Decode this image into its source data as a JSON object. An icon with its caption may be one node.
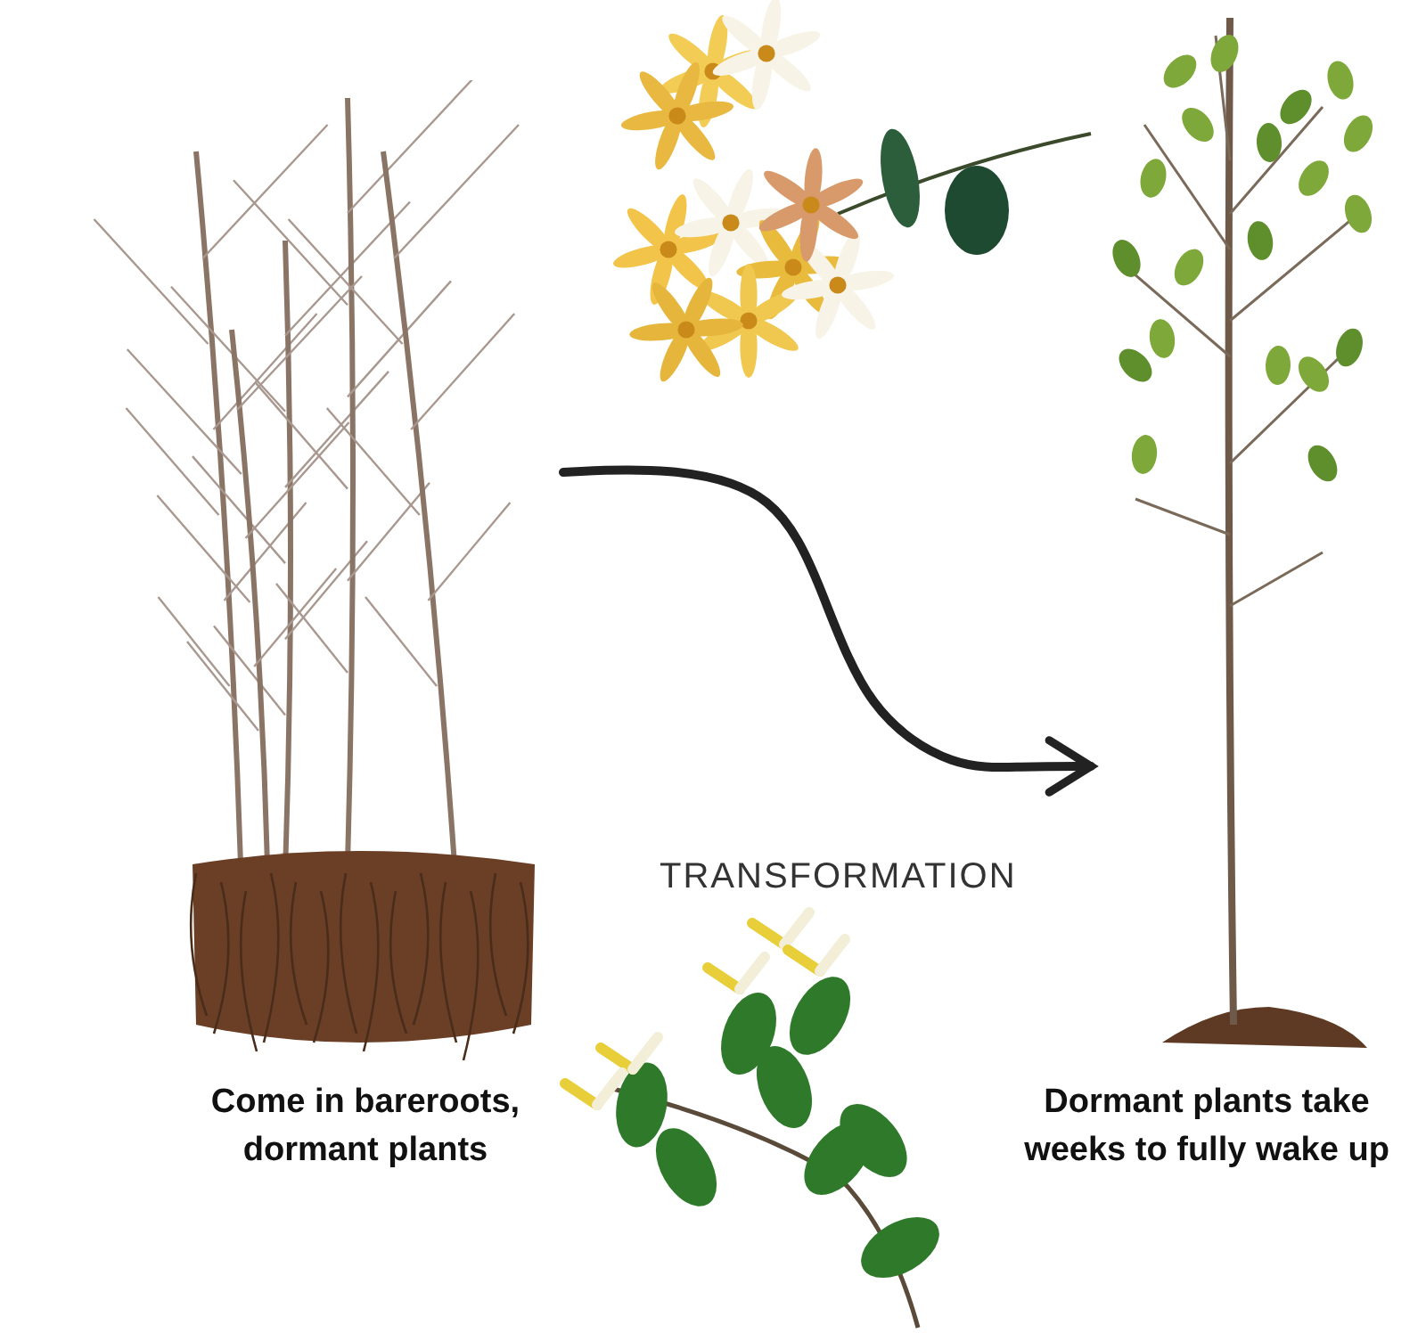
{
  "diagram": {
    "nodes": [
      {
        "text": [],
        "shape": "picture",
        "beside": [
          "Come in bareroots, dormant plants"
        ]
      },
      {
        "text": [],
        "shape": "picture",
        "beside": [
          "Dormant plants take weeks to fully wake up"
        ]
      }
    ],
    "edges": [
      {
        "from": 0,
        "to": 1,
        "arrow": "to",
        "label": "TRANSFORMATION"
      }
    ]
  }
}
